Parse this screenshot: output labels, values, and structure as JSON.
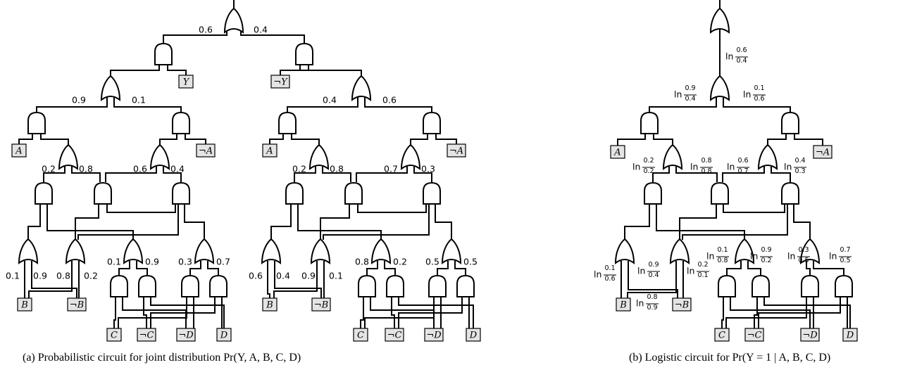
{
  "circuit_a": {
    "caption": "(a) Probabilistic circuit for joint distribution Pr(Y, A, B, C, D)",
    "labels": {
      "root_l": "0.6",
      "root_r": "0.4",
      "L1_l": "0.9",
      "L1_r": "0.1",
      "R1_l": "0.4",
      "R1_r": "0.6",
      "Lx_l": "0.2",
      "Lx_r": "0.8",
      "Ly_l": "0.6",
      "Ly_r": "0.4",
      "Rx_l": "0.2",
      "Rx_r": "0.8",
      "Ry_l": "0.7",
      "Ry_r": "0.3",
      "Lb1_l": "0.1",
      "Lb1_r": "0.9",
      "Lb2_l": "0.8",
      "Lb2_r": "0.2",
      "Lc_l": "0.1",
      "Lc_r": "0.9",
      "Ld_l": "0.3",
      "Ld_r": "0.7",
      "Rb1_l": "0.6",
      "Rb1_r": "0.4",
      "Rb2_l": "0.9",
      "Rb2_r": "0.1",
      "Rc_l": "0.8",
      "Rc_r": "0.2",
      "Rd_l": "0.5",
      "Rd_r": "0.5"
    },
    "leaves": {
      "Y": "Y",
      "notY": "¬Y",
      "LA": "A",
      "LnA": "¬A",
      "RA": "A",
      "RnA": "¬A",
      "LB": "B",
      "LnB": "¬B",
      "LC": "C",
      "LnC": "¬C",
      "LnD": "¬D",
      "LD": "D",
      "RB": "B",
      "RnB": "¬B",
      "RC": "C",
      "RnC": "¬C",
      "RnD": "¬D",
      "RD": "D"
    }
  },
  "circuit_b": {
    "caption": "(b) Logistic circuit for Pr(Y = 1 | A, B, C, D)",
    "ln": "ln",
    "weights": {
      "top": {
        "n": "0.6",
        "d": "0.4"
      },
      "o_l": {
        "n": "0.9",
        "d": "0.4"
      },
      "o_r": {
        "n": "0.1",
        "d": "0.6"
      },
      "x_l": {
        "n": "0.2",
        "d": "0.2"
      },
      "x_r": {
        "n": "0.8",
        "d": "0.8"
      },
      "y_l": {
        "n": "0.6",
        "d": "0.7"
      },
      "y_r": {
        "n": "0.4",
        "d": "0.3"
      },
      "b1_l": {
        "n": "0.1",
        "d": "0.6"
      },
      "b1_r": {
        "n": "0.9",
        "d": "0.4"
      },
      "b2_l": {
        "n": "0.8",
        "d": "0.9"
      },
      "b2_r": {
        "n": "0.2",
        "d": "0.1"
      },
      "c_l": {
        "n": "0.1",
        "d": "0.8"
      },
      "c_r": {
        "n": "0.9",
        "d": "0.2"
      },
      "d_l": {
        "n": "0.3",
        "d": "0.5"
      },
      "d_r": {
        "n": "0.7",
        "d": "0.5"
      }
    },
    "leaves": {
      "A": "A",
      "nA": "¬A",
      "B": "B",
      "nB": "¬B",
      "C": "C",
      "nC": "¬C",
      "nD": "¬D",
      "D": "D"
    }
  }
}
